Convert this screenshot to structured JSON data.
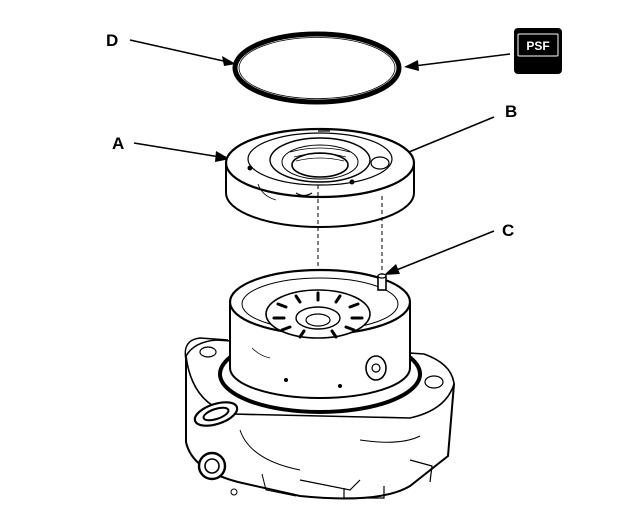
{
  "diagram": {
    "callouts": {
      "a": "A",
      "b": "B",
      "c": "C",
      "d": "D"
    },
    "fluid_badge": {
      "text": "PSF",
      "color": "#000000"
    }
  }
}
